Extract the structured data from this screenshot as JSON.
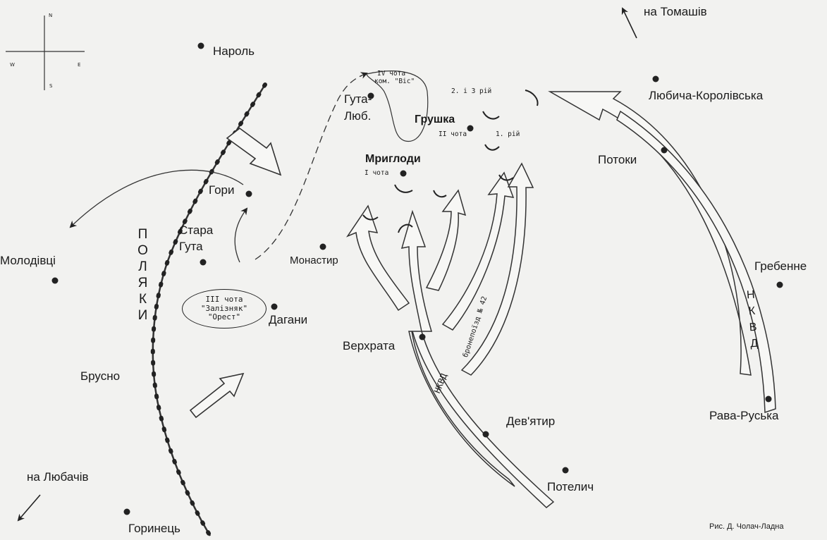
{
  "compass": {
    "n": "N",
    "s": "S",
    "w": "W",
    "e": "E"
  },
  "places": {
    "narol": "Нароль",
    "na_tomashiv": "на Томашів",
    "lyubycha": "Любича-Королівська",
    "potoky": "Потоки",
    "hrebenne": "Гребенне",
    "rava_ruska": "Рава-Руська",
    "gory": "Гори",
    "stara_guta_1": "Стара",
    "stara_guta_2": "Гута",
    "molodivtsi": "Молодівці",
    "monastyr": "Монастир",
    "dagany": "Дагани",
    "verkhrata": "Верхрата",
    "brusno": "Брусно",
    "deviatyr": "Дев'ятир",
    "potelych": "Потелич",
    "na_lyubachiv": "на Любачів",
    "horynets": "Горинець",
    "guta_lyub_1": "Гута-",
    "guta_lyub_2": "Люб.",
    "grushka": "Грушка",
    "myhlody": "Мриглоди"
  },
  "units": {
    "iv_chota_1": "IV чота",
    "iv_chota_2": "ком. \"Віс\"",
    "rii_2_3": "2. і 3 рій",
    "ii_chota": "II чота",
    "rii_1": "1. рій",
    "i_chota": "I чота",
    "iii_chota_1": "III чота",
    "iii_chota_2": "\"Залізняк\"",
    "iii_chota_3": "\"Орест\""
  },
  "side_labels": {
    "polyaky": [
      "П",
      "О",
      "Л",
      "Я",
      "К",
      "И"
    ],
    "nkvd_vertical": [
      "Н",
      "К",
      "В",
      "Д"
    ],
    "nkvd_lower": "НКВД",
    "bronepoizd": "бронепоїзд № 42"
  },
  "credit": "Рис. Д. Чолач-Ладна"
}
